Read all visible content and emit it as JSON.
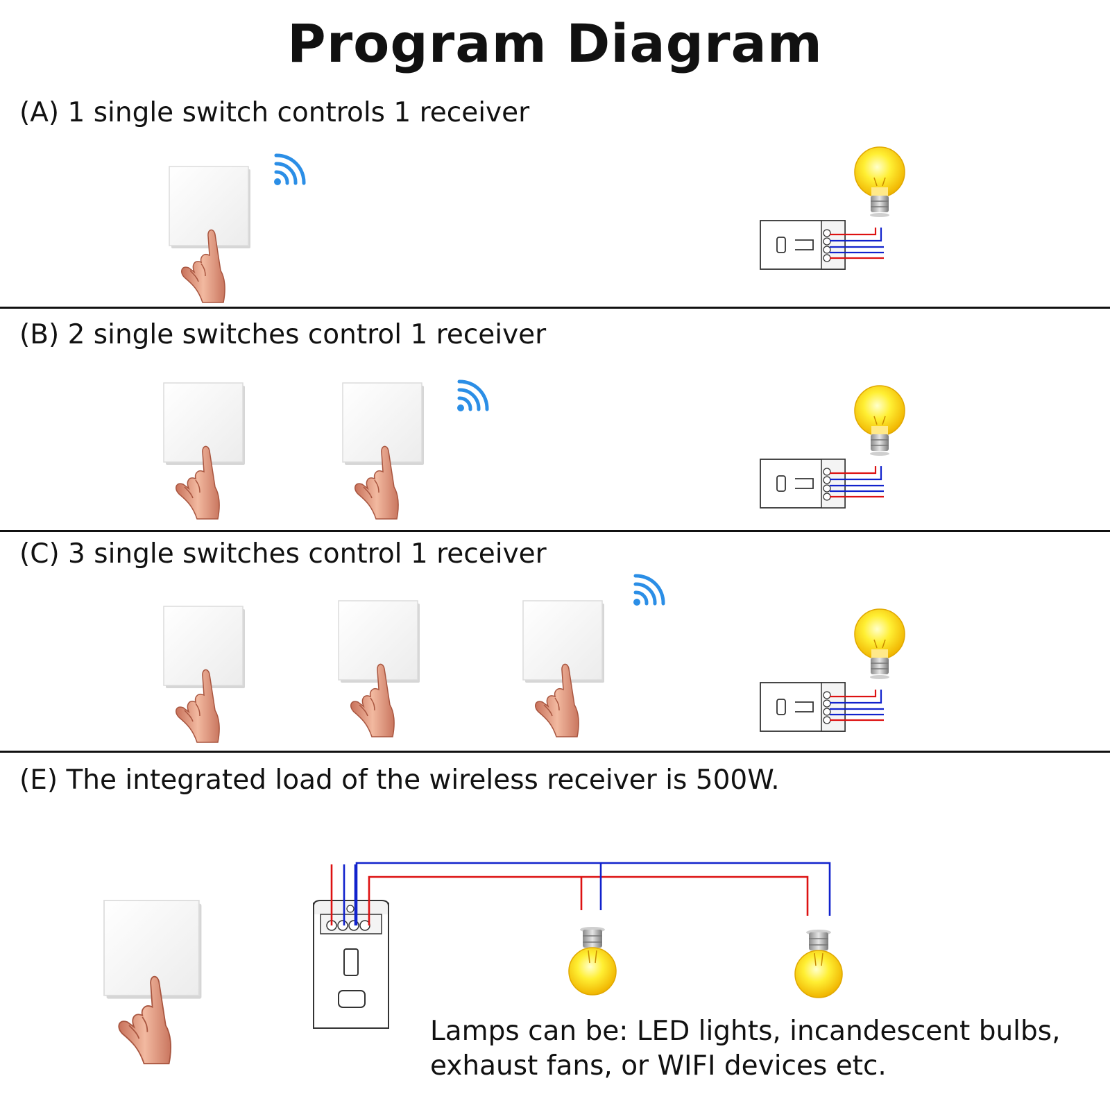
{
  "title": "Program Diagram",
  "sections": [
    {
      "label": "(A) 1 single switch controls 1 receiver",
      "switch_count": 1
    },
    {
      "label": "(B) 2 single switches control 1 receiver",
      "switch_count": 2
    },
    {
      "label": "(C) 3 single switches control 1 receiver",
      "switch_count": 3
    },
    {
      "label": "(E) The integrated load of the wireless receiver is 500W.",
      "switch_count": 1
    }
  ],
  "note": {
    "line1": "Lamps can be: LED lights, incandescent bulbs,",
    "line2": "exhaust fans, or WIFI devices etc."
  },
  "colors": {
    "live_wire": "#dd1111",
    "neutral_wire": "#1122cc",
    "signal": "#2b8ee6",
    "bulb_glow": "#ffe21a"
  },
  "icons": [
    "wireless-switch-panel",
    "pressing-finger-hand",
    "wifi-signal-icon",
    "receiver-module",
    "light-bulb-icon"
  ]
}
